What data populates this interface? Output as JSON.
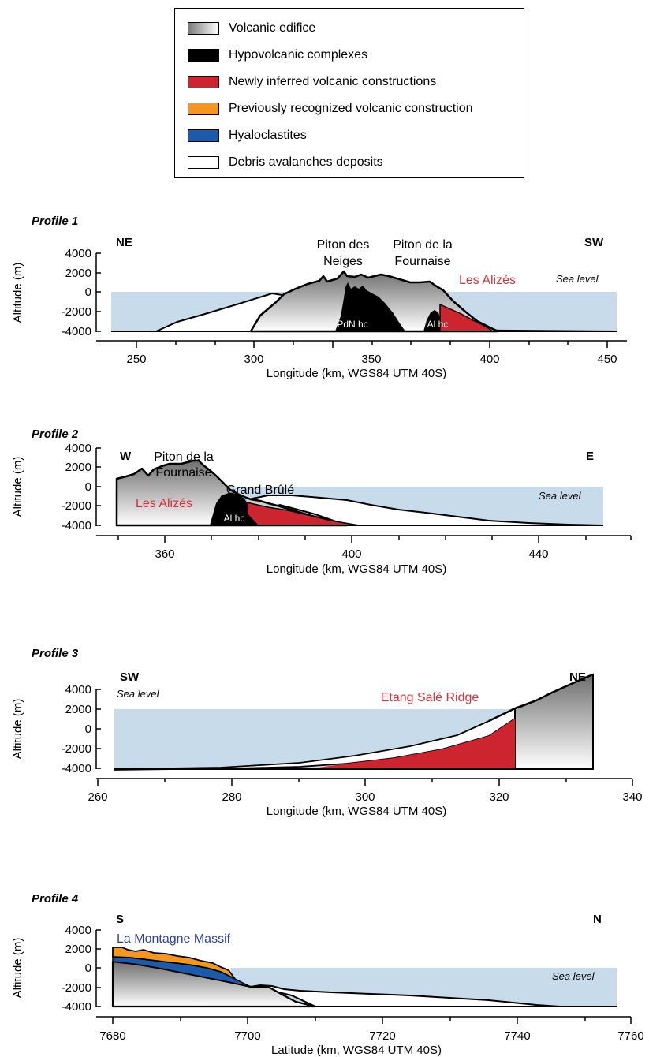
{
  "legend": [
    {
      "label": "Volcanic edifice",
      "fill": "gradient"
    },
    {
      "label": "Hypovolcanic complexes",
      "fill": "#000000"
    },
    {
      "label": "Newly inferred volcanic constructions",
      "fill": "#cc2530"
    },
    {
      "label": "Previously recognized volcanic construction",
      "fill": "#f5961e"
    },
    {
      "label": "Hyaloclastites",
      "fill": "#1c5bab"
    },
    {
      "label": "Debris avalanches deposits",
      "fill": "#ffffff"
    }
  ],
  "colors": {
    "sea": "#c7dbea",
    "red": "#cc2530",
    "orange": "#f5961e",
    "blue": "#1c5bab",
    "gray_dark": "#7d7d7d",
    "gray_light": "#ffffff",
    "red_text": "#d8303a",
    "blue_text": "#2b3fa8"
  },
  "ylabel": "Altitude (m)",
  "yticks": [
    "4000",
    "2000",
    "0",
    "-2000",
    "-4000"
  ],
  "sea_level_label": "Sea level",
  "profiles": [
    {
      "title": "Profile 1",
      "dir_left": "NE",
      "dir_right": "SW",
      "xlabel": "Longitude (km, WGS84 UTM 40S)",
      "xticks": [
        "250",
        "300",
        "350",
        "400",
        "450"
      ],
      "labels": {
        "peak1": "Piton des Neiges",
        "peak2": "Piton de la Fournaise",
        "construction": "Les Alizés",
        "hc1": "PdN hc",
        "hc2": "Al hc"
      }
    },
    {
      "title": "Profile 2",
      "dir_left": "W",
      "dir_right": "E",
      "xlabel": "Longitude (km, WGS84 UTM 40S)",
      "xticks": [
        "360",
        "400",
        "440"
      ],
      "labels": {
        "peak1": "Piton de la Fournaise",
        "feature": "Grand Brûlé",
        "construction": "Les Alizés",
        "hc": "Al hc"
      }
    },
    {
      "title": "Profile 3",
      "dir_left": "SW",
      "dir_right": "NE",
      "xlabel": "Longitude (km, WGS84 UTM 40S)",
      "xticks": [
        "260",
        "280",
        "300",
        "320",
        "340"
      ],
      "labels": {
        "construction": "Etang Salé Ridge"
      }
    },
    {
      "title": "Profile 4",
      "dir_left": "S",
      "dir_right": "N",
      "xlabel": "Latitude (km, WGS84 UTM 40S)",
      "xticks": [
        "7680",
        "7700",
        "7720",
        "7740",
        "7760"
      ],
      "labels": {
        "construction": "La Montagne Massif"
      }
    }
  ]
}
